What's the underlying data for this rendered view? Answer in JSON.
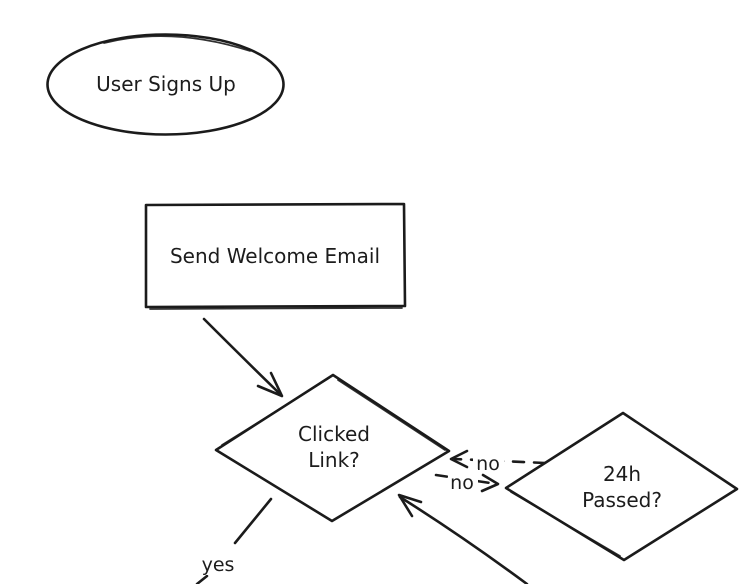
{
  "canvas": {
    "background": "#ffffff",
    "ink_color": "#1b1b1b",
    "style": "hand-drawn-flowchart"
  },
  "nodes": [
    {
      "id": "user-signs-up",
      "shape": "ellipse",
      "label": "User Signs Up"
    },
    {
      "id": "send-welcome-email",
      "shape": "rectangle",
      "label": "Send Welcome Email"
    },
    {
      "id": "clicked-link",
      "shape": "diamond",
      "label": "Clicked Link?",
      "line1": "Clicked",
      "line2": "Link?"
    },
    {
      "id": "24h-passed",
      "shape": "diamond",
      "label": "24h Passed?",
      "line1": "24h",
      "line2": "Passed?"
    }
  ],
  "edges": [
    {
      "id": "send-welcome-email-to-clicked-link",
      "from": "send-welcome-email",
      "to": "clicked-link",
      "style": "solid-arrow",
      "label": ""
    },
    {
      "id": "24h-passed-to-clicked-link",
      "from": "24h-passed",
      "to": "clicked-link",
      "style": "dashed-arrow",
      "label": "no"
    },
    {
      "id": "clicked-link-to-24h-passed",
      "from": "clicked-link",
      "to": "24h-passed",
      "style": "dashed-arrow",
      "label": "no"
    },
    {
      "id": "clicked-link-yes-branch",
      "from": "clicked-link",
      "to": "offscreen-bottom-left",
      "style": "solid-line",
      "label": "yes"
    },
    {
      "id": "offscreen-bottom-to-clicked-link",
      "from": "offscreen-bottom-right",
      "to": "clicked-link",
      "style": "solid-arrow",
      "label": ""
    }
  ]
}
